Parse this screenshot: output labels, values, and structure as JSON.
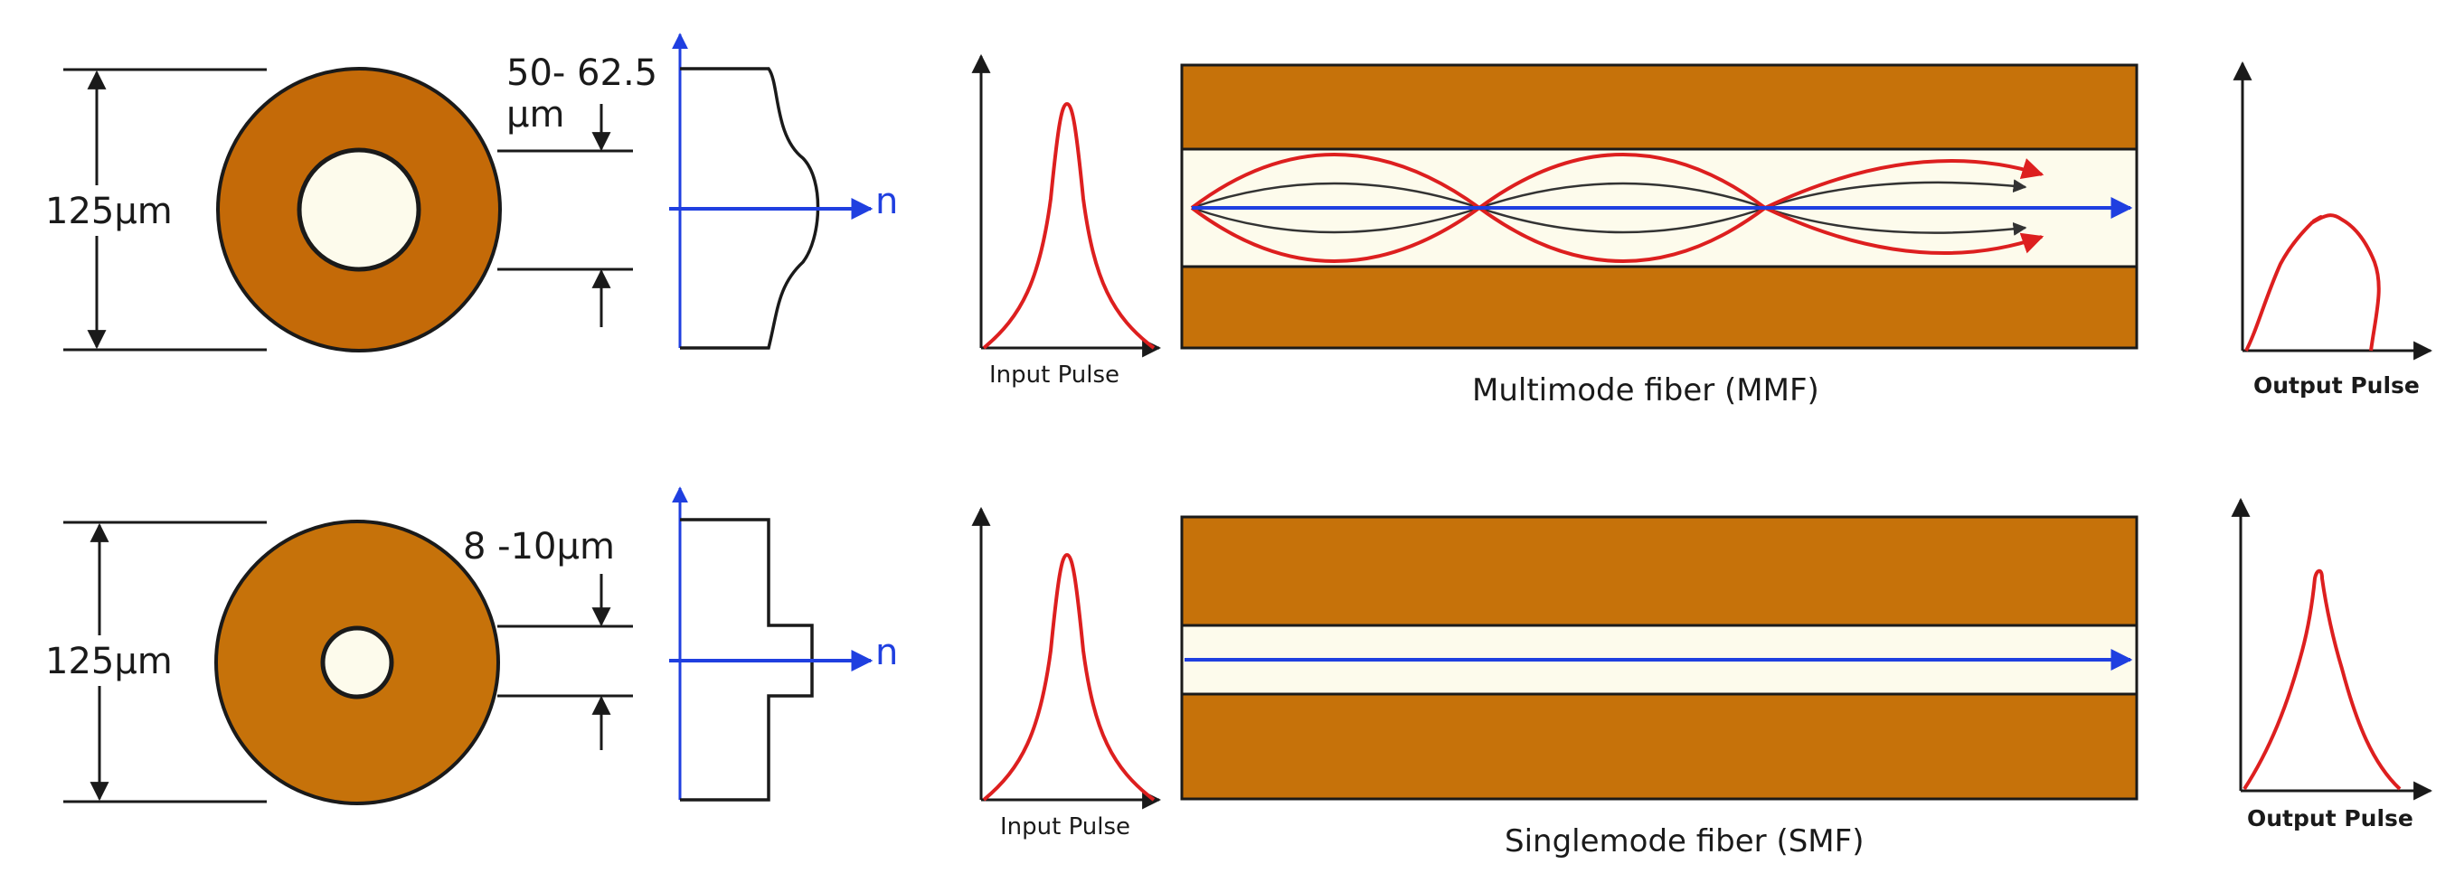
{
  "colors": {
    "cladding": "#c46a08",
    "cladding_fiber": "#c6720a",
    "core": "#fdfbec",
    "outline": "#1a1a1a",
    "axis_blue": "#1f3fe0",
    "pulse_red": "#dd1f1f",
    "ray_dark": "#333333"
  },
  "rows": [
    {
      "id": "mmf",
      "cross_section": {
        "cladding_label": "125µm",
        "core_label_line1": "50-  62.5",
        "core_label_line2": "µm",
        "profile": "graded-index"
      },
      "index_axis_label": "n",
      "input_pulse_label": "Input Pulse",
      "fiber_label": "Multimode fiber (MMF)",
      "output_pulse_label": "Output Pulse",
      "output_pulse_shape": "broadened"
    },
    {
      "id": "smf",
      "cross_section": {
        "cladding_label": "125µm",
        "core_label_line1": "8 -10µm",
        "core_label_line2": "",
        "profile": "step-index"
      },
      "index_axis_label": "n",
      "input_pulse_label": "Input Pulse",
      "fiber_label": "Singlemode fiber (SMF)",
      "output_pulse_label": "Output Pulse",
      "output_pulse_shape": "preserved"
    }
  ]
}
